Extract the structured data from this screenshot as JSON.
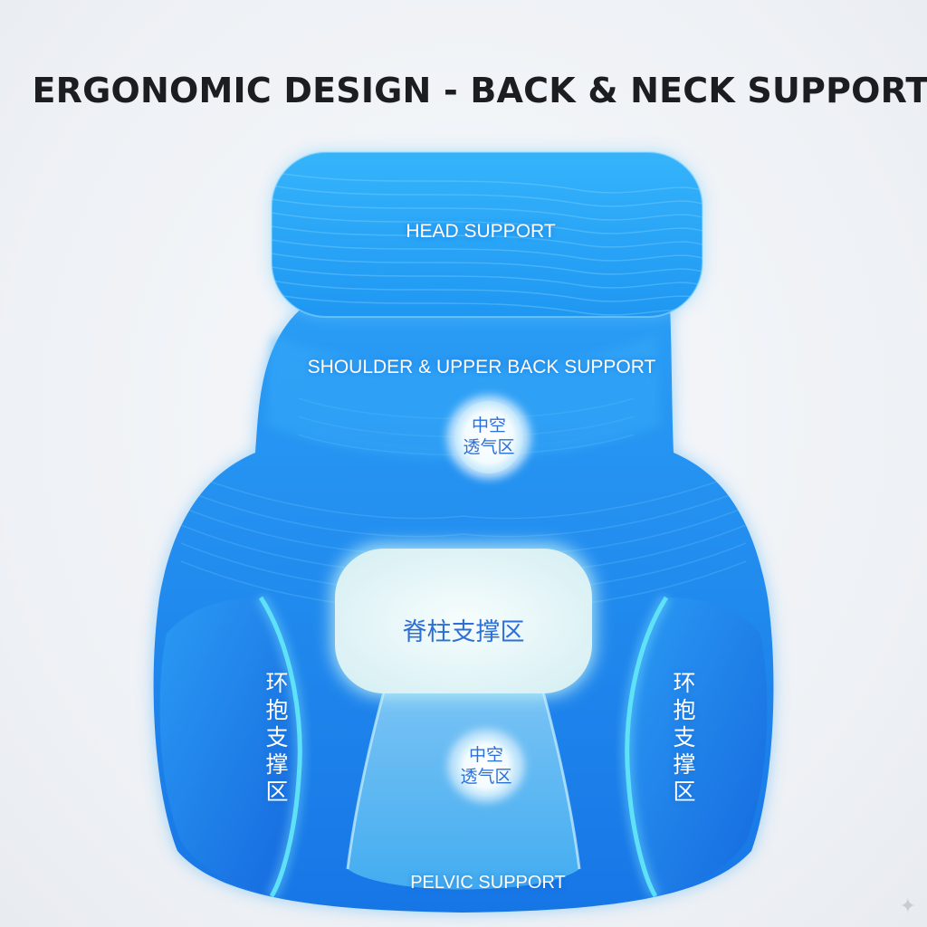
{
  "title": "ERGONOMIC DESIGN - BACK & NECK SUPPORT",
  "zones": {
    "head": "HEAD SUPPORT",
    "shoulder": "SHOULDER & UPPER BACK SUPPORT",
    "spine": "脊柱支撑区",
    "pelvic": "PELVIC SUPPORT",
    "wrap_left": "环抱支撑区",
    "wrap_right": "环抱支撑区",
    "vent_upper": "中空\n透气区",
    "vent_lower": "中空\n透气区"
  },
  "colors": {
    "cushion_blue": "#1e8cf0",
    "accent_cyan": "#3fd3f2",
    "spine_pad": "#e9f7f8",
    "text_dark": "#1b1d20",
    "text_blue": "#2c6fd6"
  },
  "watermark_icon": "sparkle-icon"
}
